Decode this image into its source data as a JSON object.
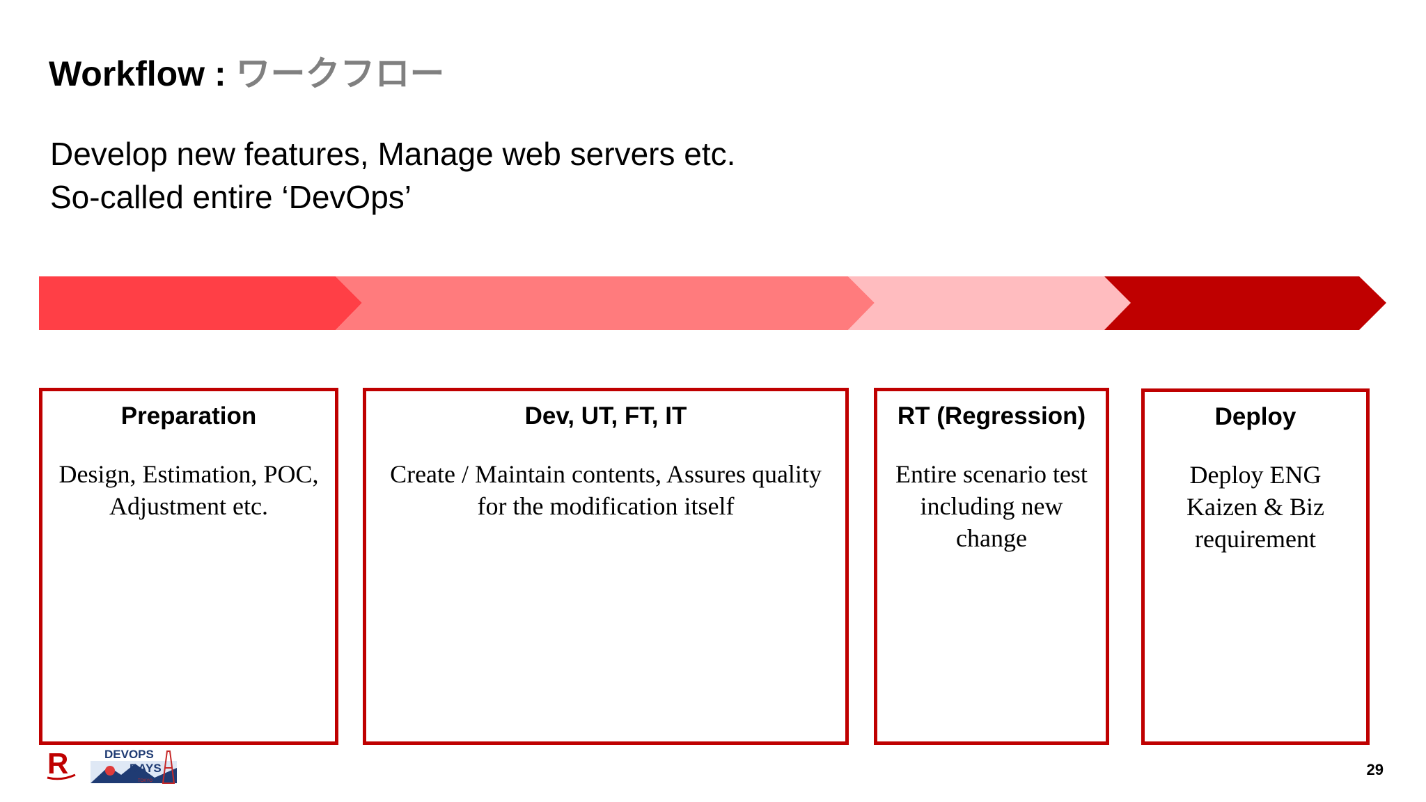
{
  "slide": {
    "title_en": "Workflow",
    "title_sep": " : ",
    "title_jp": "ワークフロー",
    "subtitle_lines": [
      "Develop new features, Manage web servers etc.",
      "So-called entire ‘DevOps’"
    ],
    "page_number": "29"
  },
  "arrow_colors": [
    "#ff3f46",
    "#ff7b7d",
    "#ffbcbf",
    "#bf0000"
  ],
  "stages": [
    {
      "heading": "Preparation",
      "lines": [
        "Design, Estimation, POC,",
        "Adjustment etc."
      ]
    },
    {
      "heading": "Dev, UT, FT, IT",
      "lines": [
        "Create / Maintain contents, Assures quality",
        "for the modification itself"
      ]
    },
    {
      "heading": "RT (Regression)",
      "lines": [
        "Entire scenario test",
        "including new",
        "change"
      ]
    },
    {
      "heading": "Deploy",
      "lines": [
        "Deploy ENG",
        "Kaizen & Biz",
        "requirement"
      ]
    }
  ],
  "footer": {
    "logo_letter": "R",
    "badge_line1": "DEVOPS",
    "badge_line2": "DAYS",
    "badge_line3": "TOKYO",
    "colors": {
      "brand_red": "#bf0000",
      "badge_navy": "#1f3b73"
    }
  }
}
